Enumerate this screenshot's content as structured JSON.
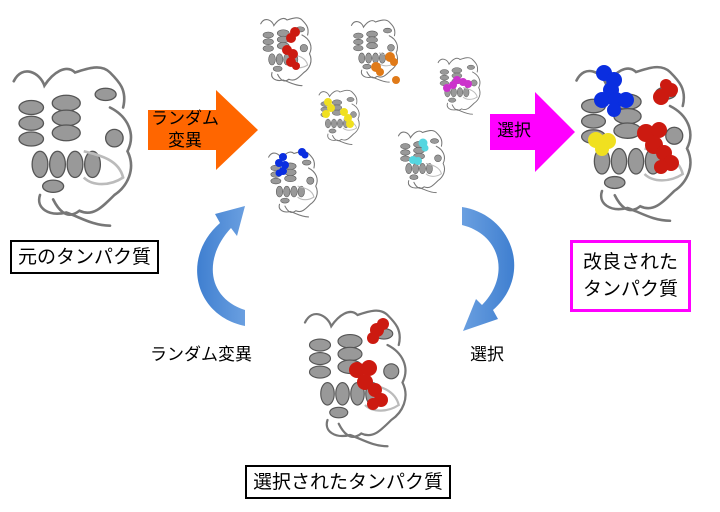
{
  "title": "Directed evolution of proteins",
  "labels": {
    "original_protein": "元のタンパク質",
    "random_mutation_arrow": [
      "ランダム",
      "変異"
    ],
    "selection_arrow": "選択",
    "improved_protein": [
      "改良された",
      "タンパク質"
    ],
    "cycle_random_mutation": "ランダム変異",
    "cycle_selection": "選択",
    "selected_protein": "選択されたタンパク質"
  },
  "colors": {
    "mutation_arrow": "#ff6600",
    "selection_arrow": "#ff00ff",
    "cycle_arrow": "#4a86d0",
    "protein_gray": "#8c8c8c",
    "improved_box_border": "#ff00ff"
  },
  "variants": [
    {
      "name": "variant-red",
      "color": "#cc1a10"
    },
    {
      "name": "variant-orange",
      "color": "#e07a18"
    },
    {
      "name": "variant-magenta",
      "color": "#cc33cc"
    },
    {
      "name": "variant-yellow",
      "color": "#f0e020"
    },
    {
      "name": "variant-cyan",
      "color": "#55d6e0"
    },
    {
      "name": "variant-blue",
      "color": "#0a2ee0"
    }
  ]
}
